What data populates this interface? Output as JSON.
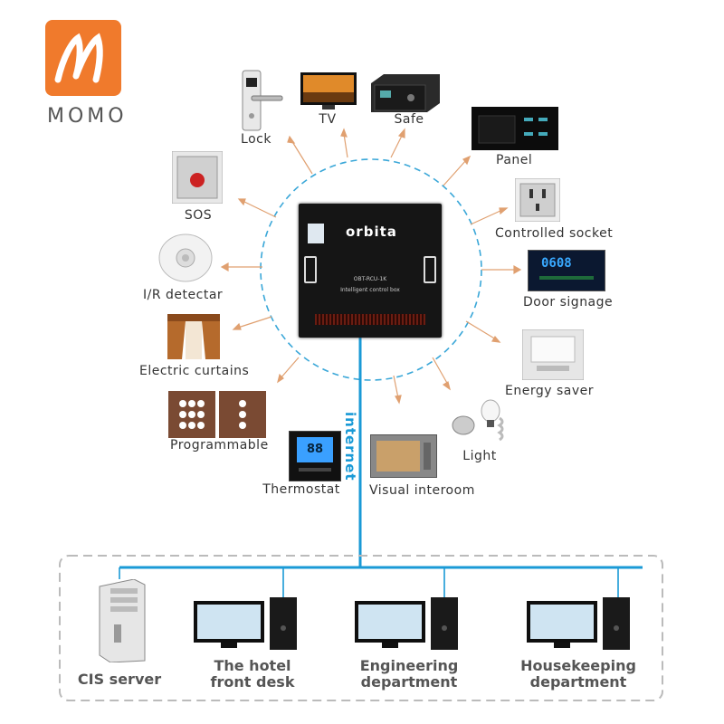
{
  "logo": {
    "text": "MOMO",
    "brand_color": "#f07a2c"
  },
  "controller": {
    "brand": "orbita",
    "model": "OBT-RCU-1K",
    "description": "Intelligent control box"
  },
  "network_label": "internet",
  "devices": {
    "lock": "Lock",
    "tv": "TV",
    "safe": "Safe",
    "panel": "Panel",
    "controlled_socket": "Controlled socket",
    "door_signage": "Door signage",
    "energy_saver": "Energy saver",
    "light": "Light",
    "visual_interoom": "Visual interoom",
    "thermostat": "Thermostat",
    "programmable": "Programmable",
    "electric_curtains": "Electric curtains",
    "ir_detector": "I/R detectar",
    "sos": "SOS"
  },
  "door_display": "0608",
  "thermostat_display": "88",
  "computers": [
    {
      "line1": "CIS server",
      "line2": ""
    },
    {
      "line1": "The hotel",
      "line2": "front desk"
    },
    {
      "line1": "Engineering",
      "line2": "department"
    },
    {
      "line1": "Housekeeping",
      "line2": "department"
    }
  ],
  "colors": {
    "network": "#1a9ad6",
    "arrow": "#e0a070",
    "circle": "#3aa7d8"
  }
}
